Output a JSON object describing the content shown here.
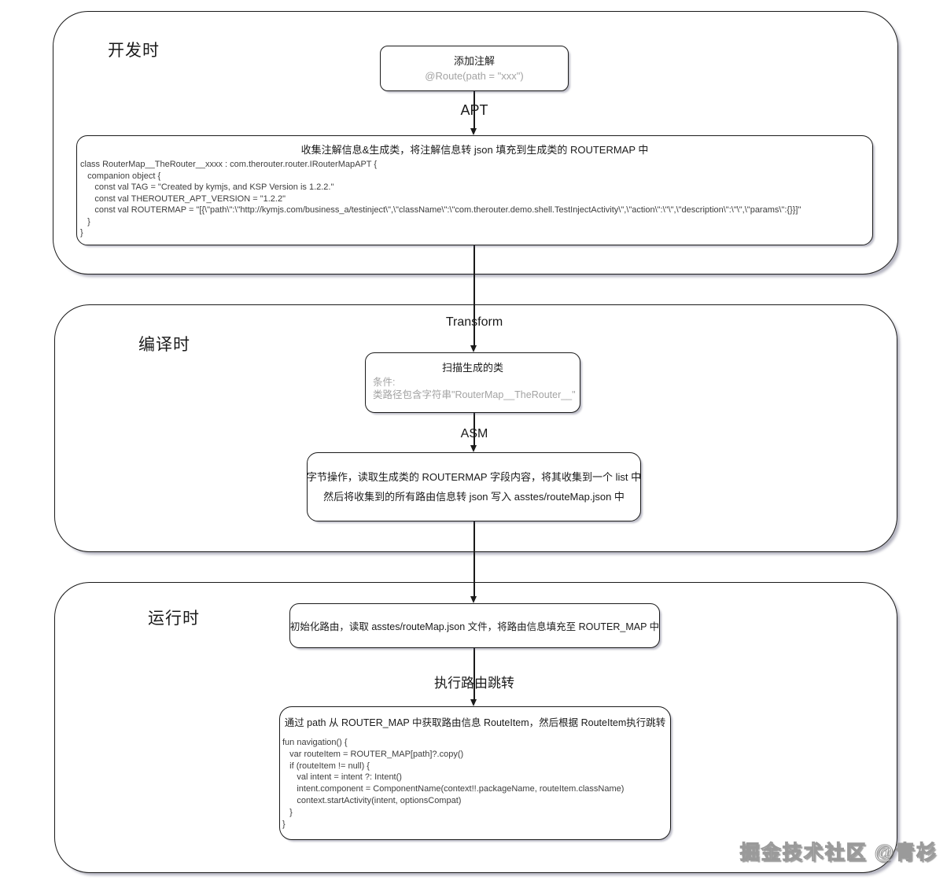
{
  "stages": {
    "dev": {
      "label": "开发时"
    },
    "compile": {
      "label": "编译时"
    },
    "runtime": {
      "label": "运行时"
    }
  },
  "nodes": {
    "annotate": {
      "title": "添加注解",
      "subtitle": "@Route(path = \"xxx\")"
    },
    "apt_box": {
      "title": "收集注解信息&生成类，将注解信息转 json 填充到生成类的 ROUTERMAP 中",
      "code": "class RouterMap__TheRouter__xxxx : com.therouter.router.IRouterMapAPT {\n   companion object {\n      const val TAG = \"Created by kymjs, and KSP Version is 1.2.2.\"\n      const val THEROUTER_APT_VERSION = \"1.2.2\"\n      const val ROUTERMAP = \"[{\\\"path\\\":\\\"http://kymjs.com/business_a/testinject\\\",\\\"className\\\":\\\"com.therouter.demo.shell.TestInjectActivity\\\",\\\"action\\\":\\\"\\\",\\\"description\\\":\\\"\\\",\\\"params\\\":{}}]\"\n   }\n}"
    },
    "scan": {
      "title": "扫描生成的类",
      "cond_label": "条件:",
      "cond": "类路径包含字符串\"RouterMap__TheRouter__\""
    },
    "asm_box": {
      "line1": "字节操作，读取生成类的 ROUTERMAP 字段内容，将其收集到一个 list 中",
      "line2": "然后将收集到的所有路由信息转 json 写入 asstes/routeMap.json 中"
    },
    "init": {
      "text": "初始化路由，读取 asstes/routeMap.json 文件，将路由信息填充至 ROUTER_MAP 中"
    },
    "navigate": {
      "title": "通过 path 从 ROUTER_MAP 中获取路由信息 RouteItem，然后根据 RouteItem执行跳转",
      "code": "fun navigation() {\n   var routeItem = ROUTER_MAP[path]?.copy()\n   if (routeItem != null) {\n      val intent = intent ?: Intent()\n      intent.component = ComponentName(context!!.packageName, routeItem.className)\n      context.startActivity(intent, optionsCompat)\n   }\n}"
    }
  },
  "edges": {
    "apt": "APT",
    "transform": "Transform",
    "asm": "ASM",
    "jump": "执行路由跳转"
  },
  "watermark": "掘金技术社区 @青杉",
  "colors": {
    "line": "#1a1a1a",
    "muted_text": "#a3a3a3",
    "code_text": "#3d3d3d",
    "background": "#ffffff"
  }
}
